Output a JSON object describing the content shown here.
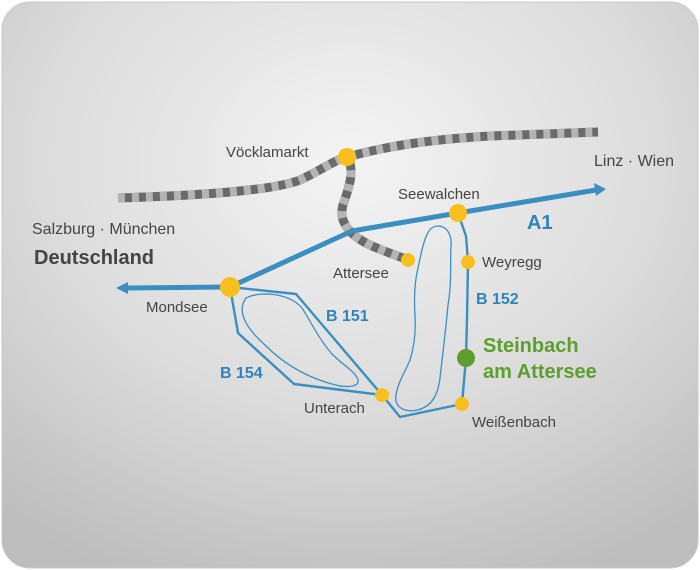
{
  "colors": {
    "road": "#3a8fc0",
    "rail_dark": "#6a6a6a",
    "rail_light": "#b4b4b4",
    "town": "#f8bf1e",
    "highlight": "#5d9e2d",
    "label": "#444444",
    "road_label": "#2d84bd"
  },
  "labels": {
    "origin_cities": "Salzburg · München",
    "country": "Deutschland",
    "destination_cities": "Linz · Wien"
  },
  "roads": {
    "motorway": "A1",
    "b151": "B 151",
    "b152": "B 152",
    "b154": "B 154"
  },
  "towns": {
    "voecklamarkt": "Vöcklamarkt",
    "seewalchen": "Seewalchen",
    "attersee": "Attersee",
    "weyregg": "Weyregg",
    "mondsee": "Mondsee",
    "unterach": "Unterach",
    "weissenbach": "Weißenbach"
  },
  "highlight": {
    "line1": "Steinbach",
    "line2": "am Attersee"
  }
}
